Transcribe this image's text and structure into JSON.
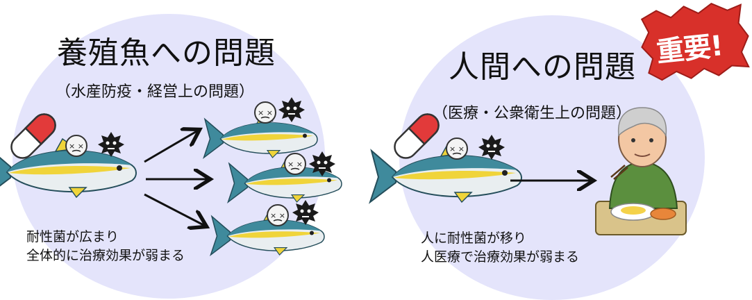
{
  "left_panel": {
    "title": "養殖魚への問題",
    "subtitle": "（水産防疫・経営上の問題）",
    "note_line1": "耐性菌が広まり",
    "note_line2": "全体的に治療効果が弱まる"
  },
  "right_panel": {
    "title": "人間への問題",
    "subtitle": "（医療・公衆衛生上の問題）",
    "note_line1": "人に耐性菌が移り",
    "note_line2": "人医療で治療効果が弱まる"
  },
  "badge": {
    "text": "重要!",
    "color": "#d8302a"
  },
  "colors": {
    "circle": "#e4e4fb",
    "fish_back": "#3f8a9c",
    "fish_stripe": "#f0d43a",
    "fish_belly": "#e9eef0",
    "pill_red": "#e23a3a",
    "germ": "#1a1a1a"
  },
  "icons": [
    "pill-icon",
    "fish-icon",
    "sick-face-icon",
    "germ-icon",
    "arrow-icon",
    "elderly-man-icon",
    "food-plate-icon"
  ]
}
